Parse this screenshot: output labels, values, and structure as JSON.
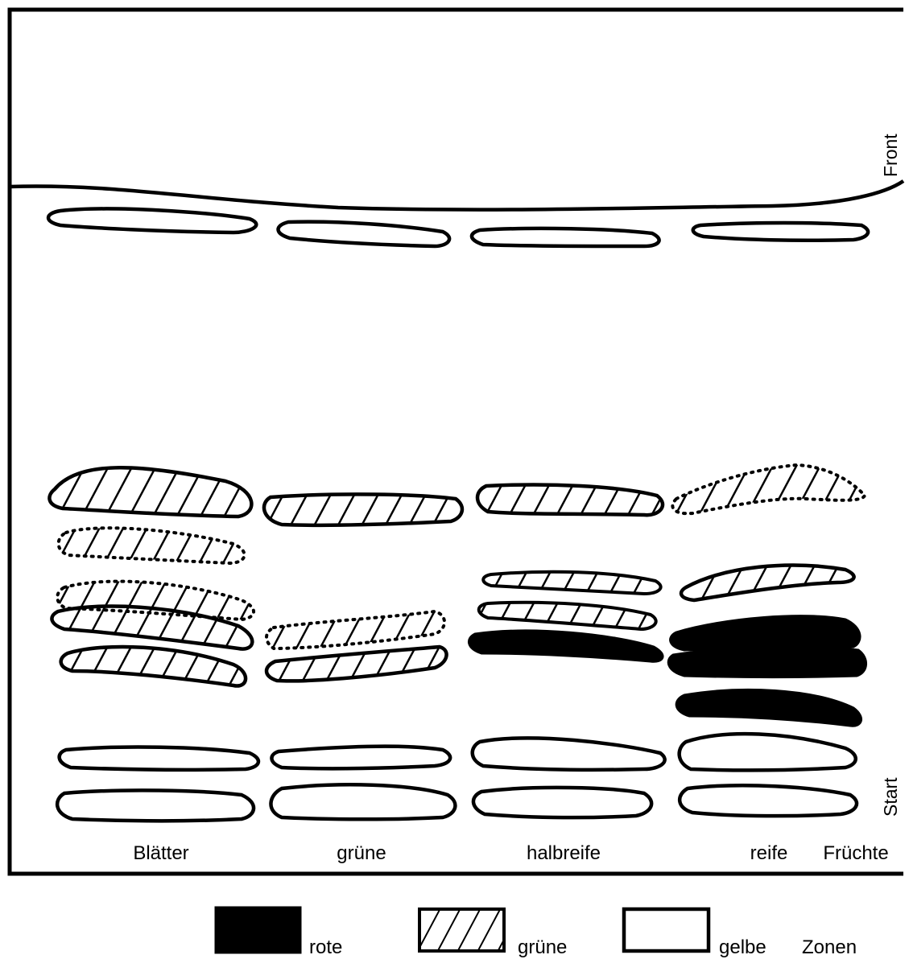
{
  "plate": {
    "front_label": "Front",
    "start_label": "Start"
  },
  "lanes": [
    {
      "label": "Blätter"
    },
    {
      "label": "grüne"
    },
    {
      "label": "halbreife"
    },
    {
      "label": "reife"
    },
    {
      "label": "Früchte"
    }
  ],
  "legend": {
    "red": "rote",
    "green": "grüne",
    "yellow": "gelbe",
    "suffix": "Zonen"
  },
  "colors": {
    "ink": "#000000",
    "paper": "#ffffff"
  },
  "zone_types": {
    "yellow": "outlined blank",
    "green": "hatched",
    "green_faint": "hatched dotted outline",
    "red": "solid black"
  }
}
